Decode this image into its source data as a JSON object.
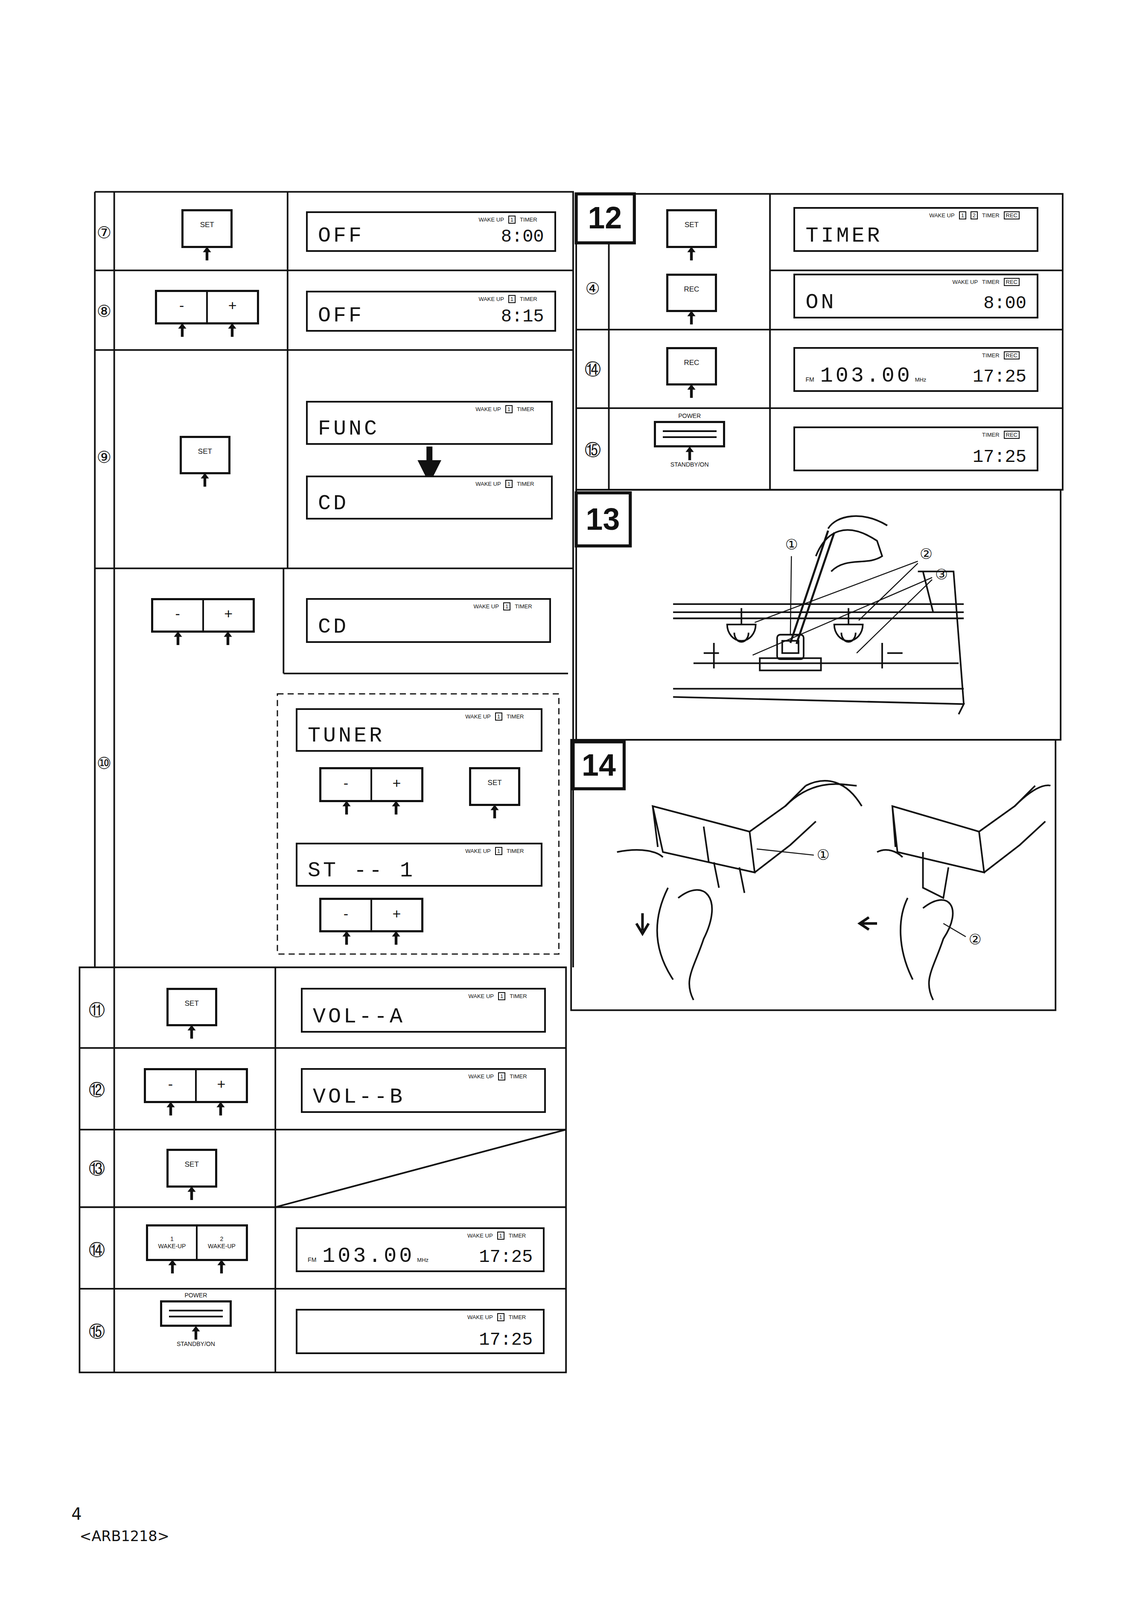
{
  "diagram": {
    "nodes": [
      {
        "text": [
          "SET"
        ]
      },
      {
        "text": [
          "WAKE UP",
          "1",
          "TIMER",
          "OFF",
          "8:00"
        ]
      },
      {
        "text": [
          "-",
          "+"
        ]
      },
      {
        "text": [
          "WAKE UP",
          "1",
          "TIMER",
          "OFF",
          "8:15"
        ]
      },
      {
        "text": [
          "SET"
        ]
      },
      {
        "text": [
          "WAKE UP",
          "1",
          "TIMER",
          "FUNC"
        ]
      },
      {
        "text": [
          "WAKE UP",
          "1",
          "TIMER",
          "CD"
        ]
      },
      {
        "text": [
          "-",
          "+"
        ]
      },
      {
        "text": [
          "WAKE UP",
          "1",
          "TIMER",
          "CD"
        ]
      },
      {
        "text": [
          "WAKE UP",
          "1",
          "TIMER",
          "TUNER"
        ]
      },
      {
        "text": [
          "-",
          "+"
        ]
      },
      {
        "text": [
          "SET"
        ]
      },
      {
        "text": [
          "WAKE UP",
          "1",
          "TIMER",
          "ST -- 1"
        ]
      },
      {
        "text": [
          "-",
          "+"
        ]
      },
      {
        "text": [
          "SET"
        ]
      },
      {
        "text": [
          "WAKE UP",
          "1",
          "TIMER",
          "VOL--A"
        ]
      },
      {
        "text": [
          "-",
          "+"
        ]
      },
      {
        "text": [
          "WAKE UP",
          "1",
          "TIMER",
          "VOL--B"
        ]
      },
      {
        "text": [
          "SET"
        ]
      },
      {
        "text": [
          "1",
          "WAKE-UP",
          "2",
          "WAKE-UP"
        ]
      },
      {
        "text": [
          "WAKE UP",
          "1",
          "TIMER",
          "FM",
          "103.00",
          "MHz",
          "17:25"
        ]
      },
      {
        "text": [
          "POWER",
          "STANDBY/ON"
        ]
      },
      {
        "text": [
          "WAKE UP",
          "1",
          "TIMER",
          "17:25"
        ]
      },
      {
        "text": [
          "SET"
        ]
      },
      {
        "text": [
          "WAKE UP",
          "1",
          "2",
          "TIMER",
          "REC",
          "TIMER"
        ]
      },
      {
        "text": [
          "REC"
        ]
      },
      {
        "text": [
          "WAKE UP",
          "TIMER",
          "REC",
          "ON",
          "8:00"
        ]
      },
      {
        "text": [
          "REC"
        ]
      },
      {
        "text": [
          "TIMER",
          "REC",
          "FM",
          "103.00",
          "MHz",
          "17:25"
        ]
      },
      {
        "text": [
          "POWER",
          "STANDBY/ON"
        ]
      },
      {
        "text": [
          "TIMER",
          "REC",
          "17:25"
        ]
      }
    ],
    "edges": [
      {
        "from": 5,
        "to": 6,
        "arrow": "to"
      }
    ],
    "labels": [
      "⑦",
      "⑧",
      "⑨",
      "⑩",
      "⑪",
      "⑫",
      "⑬",
      "⑭",
      "⑮",
      "12",
      "④",
      "⑭",
      "⑮",
      "13",
      "①",
      "②",
      "③",
      "14",
      "①",
      "②",
      "4",
      "<ARB1218>"
    ]
  }
}
